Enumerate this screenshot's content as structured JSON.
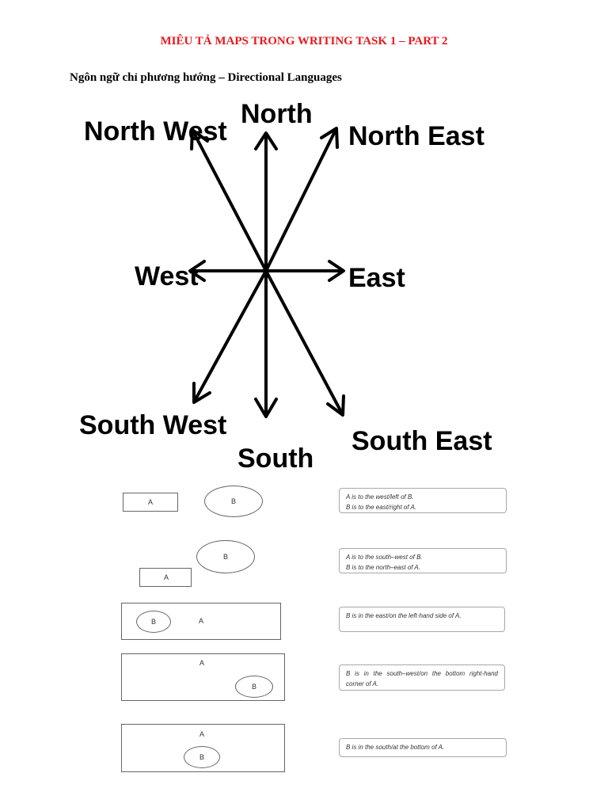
{
  "header": {
    "title": "MIÊU TẢ MAPS TRONG WRITING TASK 1 – PART 2",
    "subtitle": "Ngôn ngữ chỉ phương hướng – Directional Languages"
  },
  "compass": {
    "north": "North",
    "north_east": "North East",
    "east": "East",
    "south_east": "South East",
    "south": "South",
    "south_west": "South West",
    "west": "West",
    "north_west": "North West"
  },
  "examples": [
    {
      "shape_a": "A",
      "shape_b": "B",
      "line1": "A is to the west/left of B.",
      "line2": "B is to the east/right of A."
    },
    {
      "shape_a": "A",
      "shape_b": "B",
      "line1": "A is to the south–west of B.",
      "line2": "B is to the north–east of A."
    },
    {
      "shape_a": "A",
      "shape_b": "B",
      "line1": "B is in the east/on the left-hand side of A."
    },
    {
      "shape_a": "A",
      "shape_b": "B",
      "line1": "B is in the south–west/on the bottom right-hand corner of A."
    },
    {
      "shape_a": "A",
      "shape_b": "B",
      "line1": "B is in the south/at the bottom of A."
    }
  ]
}
